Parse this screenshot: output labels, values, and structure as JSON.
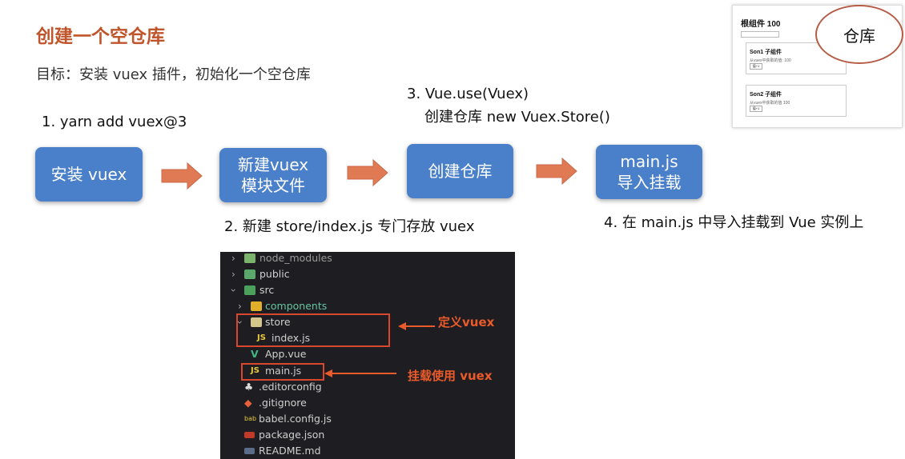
{
  "slide": {
    "title": "创建一个空仓库",
    "goal": "目标：安装 vuex 插件，初始化一个空仓库"
  },
  "steps": {
    "s1": "1. yarn add vuex@3",
    "s2": "2. 新建  store/index.js 专门存放 vuex",
    "s3_line1": "3. Vue.use(Vuex)",
    "s3_line2": "创建仓库 new Vuex.Store()",
    "s4": "4. 在 main.js 中导入挂载到 Vue 实例上"
  },
  "flow": {
    "box1": "安装 vuex",
    "box2_l1": "新建vuex",
    "box2_l2": "模块文件",
    "box3": "创建仓库",
    "box4_l1": "main.js",
    "box4_l2": "导入挂载"
  },
  "colors": {
    "title": "#c0552b",
    "box": "#4a7fc9",
    "arrow": "#e07a55",
    "annotation": "#ea5a2a"
  },
  "file_tree": {
    "items": [
      {
        "name": "node_modules",
        "icon": "folder-icon",
        "expandable": true
      },
      {
        "name": "public",
        "icon": "folder-icon",
        "expandable": true
      },
      {
        "name": "src",
        "icon": "folder-icon",
        "expandable": true
      },
      {
        "name": "components",
        "icon": "folder-icon",
        "expandable": true
      },
      {
        "name": "store",
        "icon": "folder-open-icon",
        "expandable": true
      },
      {
        "name": "index.js",
        "icon": "js-icon",
        "expandable": false
      },
      {
        "name": "App.vue",
        "icon": "vue-icon",
        "expandable": false
      },
      {
        "name": "main.js",
        "icon": "js-icon",
        "expandable": false
      },
      {
        "name": ".editorconfig",
        "icon": "config-icon",
        "expandable": false
      },
      {
        "name": ".gitignore",
        "icon": "git-icon",
        "expandable": false
      },
      {
        "name": "babel.config.js",
        "icon": "babel-icon",
        "expandable": false
      },
      {
        "name": "package.json",
        "icon": "json-icon",
        "expandable": false
      },
      {
        "name": "README.md",
        "icon": "markdown-icon",
        "expandable": false
      }
    ],
    "js_badge": "JS",
    "anno_store": "定义vuex",
    "anno_main": "挂载使用 vuex"
  },
  "preview": {
    "root_title": "根组件 100",
    "son1_title": "Son1 子组件",
    "son1_text": "从vuex中获取的值: 100",
    "son2_title": "Son2 子组件",
    "son2_text": "从vuex中获取的值 100",
    "button_text": "值+1",
    "callout": "仓库"
  }
}
